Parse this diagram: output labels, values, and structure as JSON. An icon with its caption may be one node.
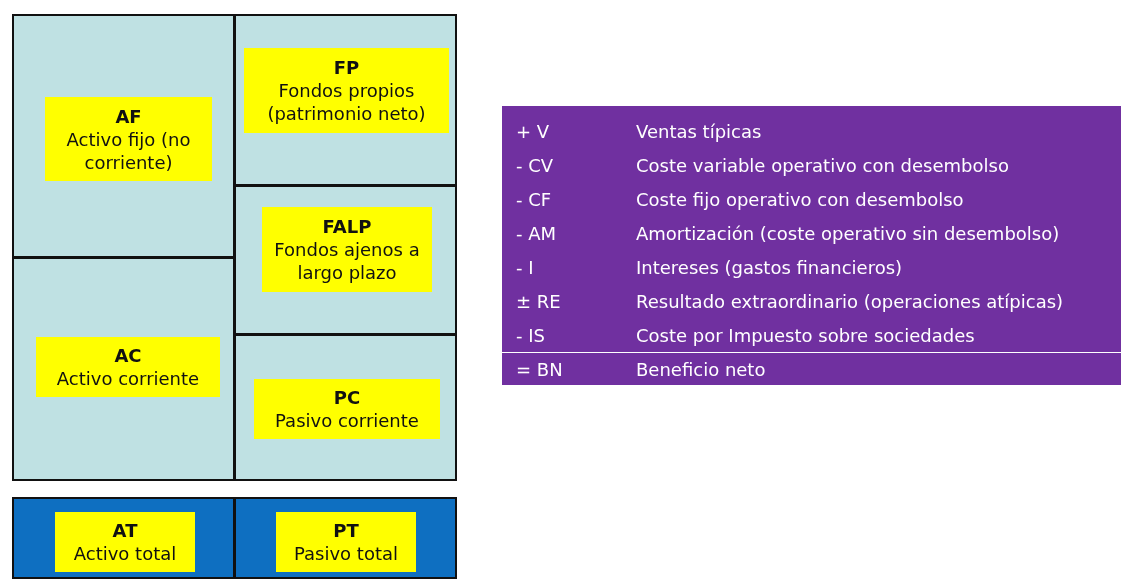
{
  "diagram": {
    "nodes": [
      {
        "text": [],
        "shape": "box"
      },
      {
        "text": [
          "AF",
          "Activo fijo (no corriente)"
        ],
        "in": 0
      },
      {
        "text": [],
        "shape": "box"
      },
      {
        "text": [
          "FP",
          "Fondos propios (patrimonio neto)"
        ],
        "in": 2
      },
      {
        "text": [],
        "shape": "box"
      },
      {
        "text": [
          "FALP",
          "Fondos ajenos a largo plazo"
        ],
        "in": 4
      },
      {
        "text": [],
        "shape": "box"
      },
      {
        "text": [
          "AC",
          "Activo corriente"
        ],
        "in": 6
      },
      {
        "text": [],
        "shape": "box"
      },
      {
        "text": [
          "PC",
          "Pasivo corriente"
        ],
        "in": 8
      },
      {
        "text": [],
        "shape": "box"
      },
      {
        "text": [
          "AT",
          "Activo total"
        ],
        "in": 10
      },
      {
        "text": [],
        "shape": "box"
      },
      {
        "text": [
          "PT",
          "Pasivo total"
        ],
        "in": 12
      }
    ],
    "labels": [
      "+ V",
      "Ventas típicas",
      "- CV",
      "Coste variable operativo con desembolso",
      "- CF",
      "Coste fijo operativo con desembolso",
      "- AM",
      "Amortización (coste operativo sin desembolso)",
      "- I",
      "Intereses (gastos financieros)",
      "± RE",
      "Resultado extraordinario (operaciones atípicas)",
      "- IS",
      "Coste por Impuesto sobre sociedades",
      "= BN",
      "Beneficio neto"
    ]
  }
}
